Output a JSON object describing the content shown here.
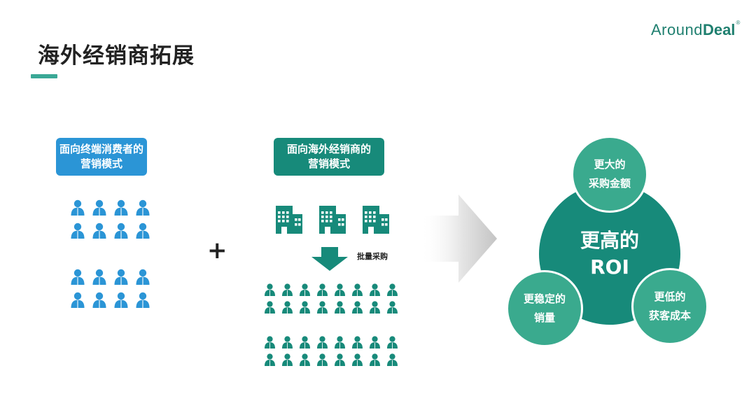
{
  "header": {
    "title": "海外经销商拓展",
    "logo_part1": "Around",
    "logo_part2": "Deal",
    "logo_mark": "®"
  },
  "left": {
    "label_line1": "面向终端消费者的",
    "label_line2": "营销模式",
    "icon": "person-icon",
    "color": "#2b95d6"
  },
  "plus": "+",
  "middle": {
    "label_line1": "面向海外经销商的",
    "label_line2": "营销模式",
    "building_icon": "building-icon",
    "arrow_icon": "arrow-down-icon",
    "bulk_label": "批量采购",
    "color": "#178a7a"
  },
  "result": {
    "main_line1": "更高的",
    "main_line2": "ROI",
    "top_line1": "更大的",
    "top_line2": "采购金额",
    "left_line1": "更稳定的",
    "left_line2": "销量",
    "right_line1": "更低的",
    "right_line2": "获客成本",
    "main_color": "#178a7a",
    "small_color": "#3aaa8e"
  }
}
